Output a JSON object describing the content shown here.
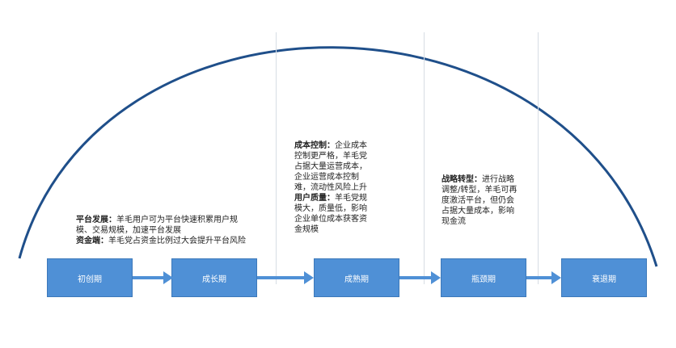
{
  "stages": [
    {
      "label": "初创期"
    },
    {
      "label": "成长期"
    },
    {
      "label": "成熟期"
    },
    {
      "label": "瓶颈期"
    },
    {
      "label": "衰退期"
    }
  ],
  "notes": {
    "growth": {
      "platform_title": "平台发展：",
      "platform_text_line1": "羊毛用户可为平台快速积累用户规",
      "platform_text_line2": "模、交易规模，加速平台发展",
      "capital_title": "资金端：",
      "capital_text": "羊毛党占资金比例过大会提升平台风险"
    },
    "mature": {
      "cost_title": "成本控制：",
      "cost_line1": "企业成本",
      "cost_line2": "控制更严格，羊毛党",
      "cost_line3": "占据大量运营成本，",
      "cost_line4": "企业运营成本控制",
      "cost_line5": "难，流动性风险上升",
      "quality_title": "用户质量：",
      "quality_line1": "羊毛党规",
      "quality_line2": "模大，质量低，影响",
      "quality_line3": "企业单位成本获客资",
      "quality_line4": "金规模"
    },
    "bottleneck": {
      "strategy_title": "战略转型：",
      "strategy_line1": "进行战略",
      "strategy_line2": "调整/转型，羊毛可再",
      "strategy_line3": "度激活平台，但仍会",
      "strategy_line4": "占据大量成本，影响",
      "strategy_line5": "现金流"
    }
  },
  "colors": {
    "curve": "#1f4f8a",
    "box": "#4f90d6",
    "box_border": "#3d79ba",
    "arrow": "#4f90d6",
    "divider": "#d7dde4"
  }
}
